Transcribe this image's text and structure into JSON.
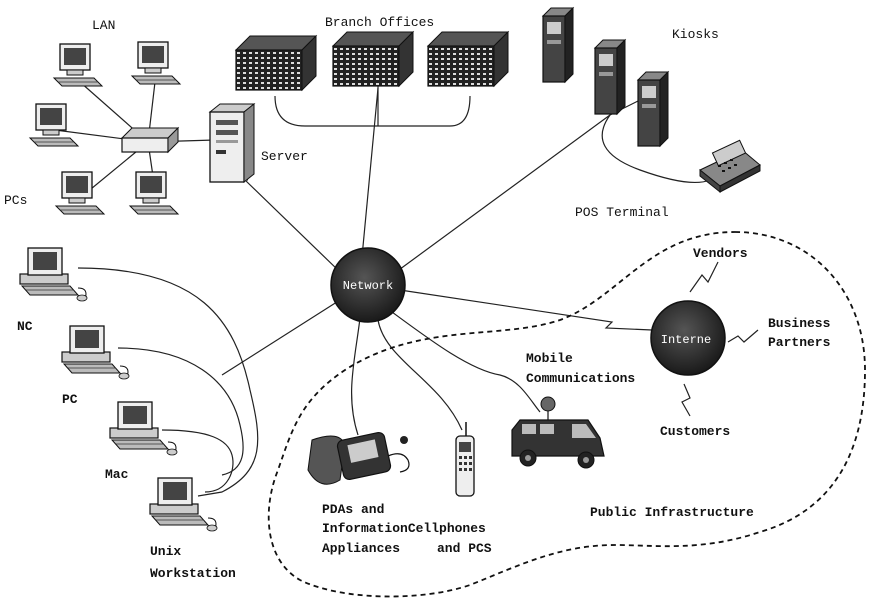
{
  "nodes": {
    "network": "Network",
    "internet": "Interne"
  },
  "labels": {
    "lan": "LAN",
    "branch_offices": "Branch Offices",
    "kiosks": "Kiosks",
    "server": "Server",
    "pcs": "PCs",
    "pos_terminal": "POS Terminal",
    "vendors": "Vendors",
    "business": "Business",
    "partners": "Partners",
    "nc": "NC",
    "pc": "PC",
    "mac": "Mac",
    "unix": "Unix",
    "workstation": "Workstation",
    "mobile": "Mobile",
    "communications": "Communications",
    "customers": "Customers",
    "pdas_and": "PDAs and",
    "information_cellphones": "InformationCellphones",
    "appliances": "Appliances",
    "and_pcs": "and PCS",
    "public_infrastructure": "Public Infrastructure"
  }
}
